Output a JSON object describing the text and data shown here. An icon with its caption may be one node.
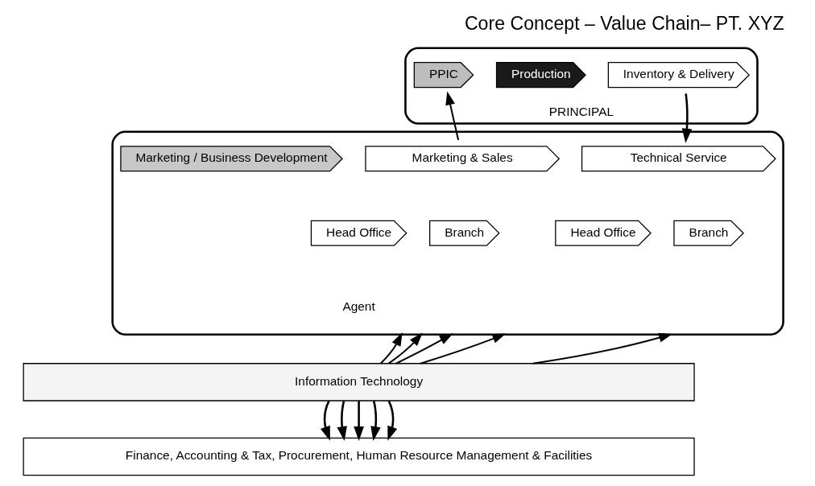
{
  "diagram": {
    "title": "Core Concept – Value Chain– PT. XYZ",
    "nodes": [
      {
        "text": [
          "PRINCIPAL"
        ]
      },
      {
        "text": [
          "PPIC"
        ],
        "in": 0
      },
      {
        "text": [
          "Production"
        ],
        "in": 0
      },
      {
        "text": [
          "Inventory & Delivery"
        ],
        "in": 0
      },
      {
        "text": [],
        "shape": "box"
      },
      {
        "text": [
          "Marketing / Business Development"
        ],
        "in": 4
      },
      {
        "text": [
          "Marketing & Sales"
        ],
        "in": 4
      },
      {
        "text": [
          "Head Office"
        ],
        "in": 4
      },
      {
        "text": [
          "Branch"
        ],
        "in": 4
      },
      {
        "text": [
          "Agent"
        ],
        "in": 4
      },
      {
        "text": [
          "Technical Service"
        ],
        "in": 4
      },
      {
        "text": [
          "Head Office"
        ],
        "in": 4
      },
      {
        "text": [
          "Branch"
        ],
        "in": 4
      },
      {
        "text": [
          "Information Technology"
        ]
      },
      {
        "text": [
          "Finance, Accounting & Tax, Procurement, Human Resource Management & Facilities"
        ]
      }
    ],
    "edges": [
      {
        "from": 6,
        "to": 1,
        "arrow": "to"
      },
      {
        "from": 3,
        "to": 10,
        "arrow": "to"
      },
      {
        "from": 13,
        "to": 4,
        "arrow": "to"
      },
      {
        "from": 13,
        "to": 4,
        "arrow": "to"
      },
      {
        "from": 13,
        "to": 4,
        "arrow": "to"
      },
      {
        "from": 13,
        "to": 4,
        "arrow": "to"
      },
      {
        "from": 13,
        "to": 4,
        "arrow": "to"
      },
      {
        "from": 13,
        "to": 14,
        "arrow": "to"
      },
      {
        "from": 13,
        "to": 14,
        "arrow": "to"
      },
      {
        "from": 13,
        "to": 14,
        "arrow": "to"
      },
      {
        "from": 13,
        "to": 14,
        "arrow": "to"
      },
      {
        "from": 13,
        "to": 14,
        "arrow": "to"
      }
    ]
  }
}
